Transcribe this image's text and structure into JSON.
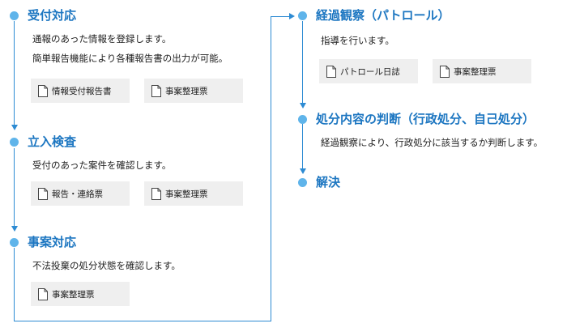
{
  "steps": [
    {
      "title": "受付対応",
      "lines": [
        "通報のあった情報を登録します。",
        "簡単報告機能により各種報告書の出力が可能。"
      ],
      "docs": [
        "情報受付報告書",
        "事案整理票"
      ]
    },
    {
      "title": "立入検査",
      "lines": [
        "受付のあった案件を確認します。"
      ],
      "docs": [
        "報告・連絡票",
        "事案整理票"
      ]
    },
    {
      "title": "事案対応",
      "lines": [
        "不法投棄の処分状態を確認します。"
      ],
      "docs": [
        "事案整理票"
      ]
    },
    {
      "title": "経過観察（パトロール）",
      "lines": [
        "指導を行います。"
      ],
      "docs": [
        "パトロール日誌",
        "事案整理票"
      ]
    },
    {
      "title": "処分内容の判断（行政処分、自己処分）",
      "lines": [
        "経過観察により、行政処分に該当するか判断します。"
      ],
      "docs": []
    },
    {
      "title": "解決",
      "lines": [],
      "docs": []
    }
  ],
  "colors": {
    "title": "#1c76c1",
    "dot": "#5fb4ea",
    "line": "#2d8bd3",
    "doc_box": "#efefef"
  }
}
